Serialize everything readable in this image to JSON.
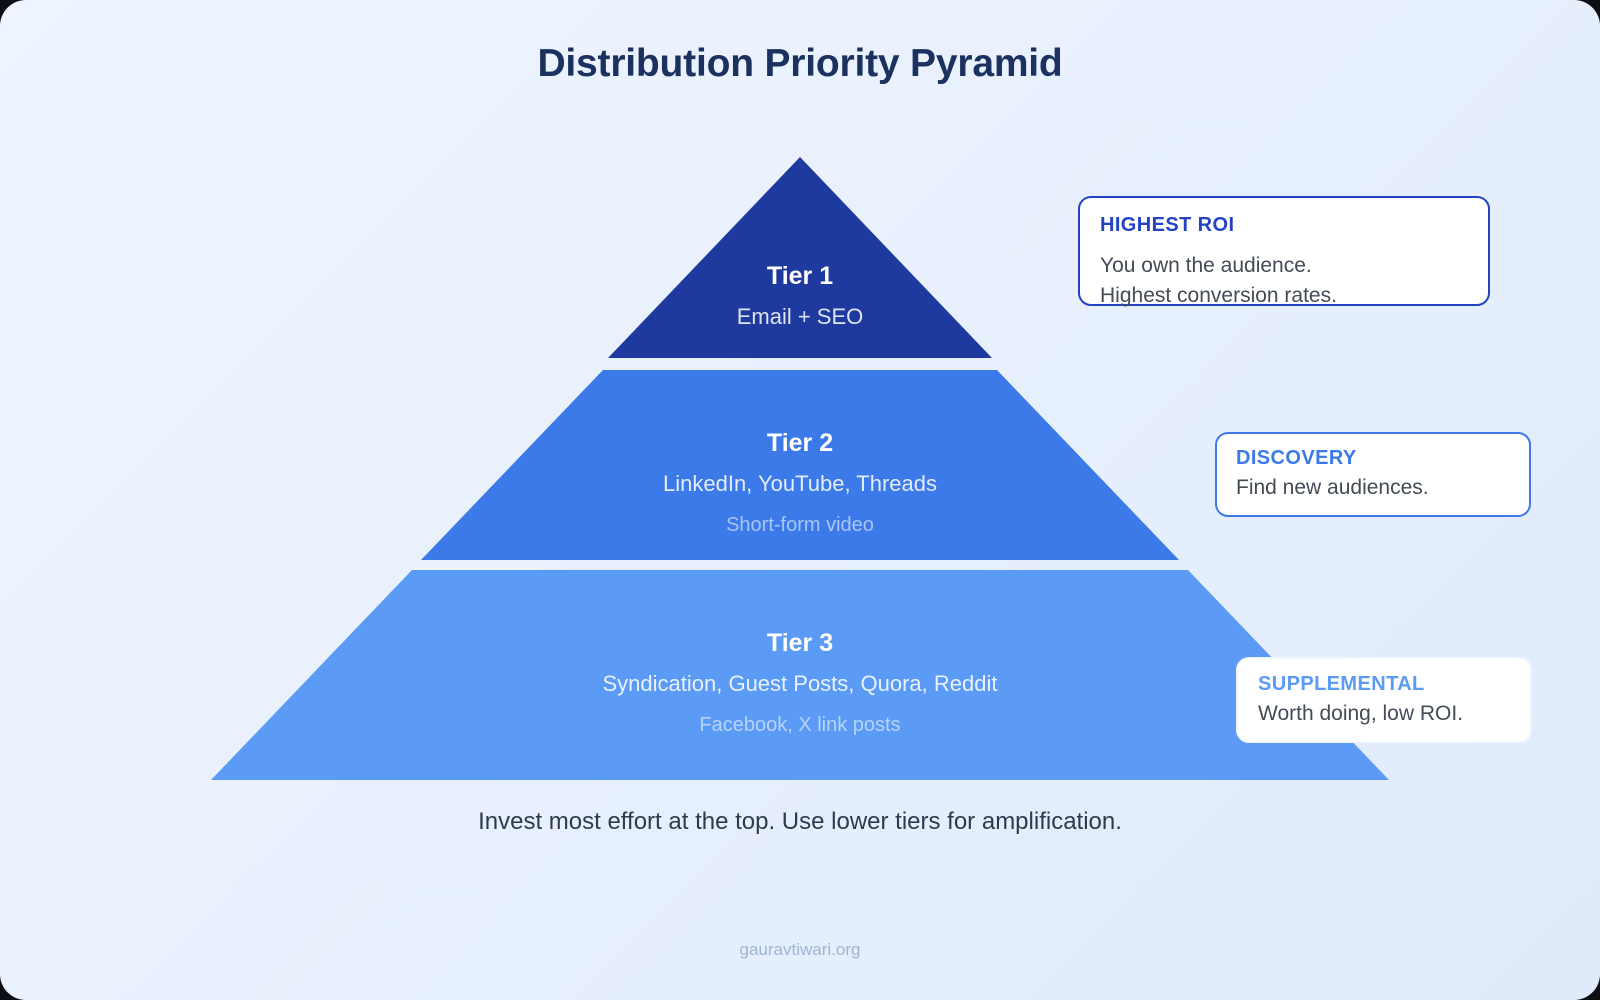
{
  "title": "Distribution Priority Pyramid",
  "caption": "Invest most effort at the top. Use lower tiers for amplification.",
  "footer": "gauravtiwari.org",
  "colors": {
    "tier1": "#1e3a9e",
    "tier2": "#3b7ae8",
    "tier3": "#5b9bf5",
    "title": "#1b3160",
    "background_start": "#eef5fe",
    "background_end": "#dfeafb",
    "callout1_accent": "#2443c4",
    "callout2_accent": "#3b7ae8",
    "callout3_accent": "#5b9bf5"
  },
  "chart_data": {
    "type": "pyramid",
    "title": "Distribution Priority Pyramid",
    "subtitle": "Invest most effort at the top. Use lower tiers for amplification.",
    "orientation": "apex-up",
    "levels": [
      {
        "rank": 1,
        "name": "Tier 1",
        "primary": "Email + SEO",
        "secondary": "",
        "color": "#1e3a9e",
        "callout_label": "HIGHEST ROI",
        "callout_body": "You own the audience.\nHighest conversion rates."
      },
      {
        "rank": 2,
        "name": "Tier 2",
        "primary": "LinkedIn, YouTube, Threads",
        "secondary": "Short-form video",
        "color": "#3b7ae8",
        "callout_label": "DISCOVERY",
        "callout_body": "Find new audiences."
      },
      {
        "rank": 3,
        "name": "Tier 3",
        "primary": "Syndication, Guest Posts, Quora, Reddit",
        "secondary": "Facebook, X link posts",
        "color": "#5b9bf5",
        "callout_label": "SUPPLEMENTAL",
        "callout_body": "Worth doing, low ROI."
      }
    ]
  },
  "tiers": [
    {
      "name": "Tier 1",
      "primary": "Email + SEO",
      "secondary": ""
    },
    {
      "name": "Tier 2",
      "primary": "LinkedIn, YouTube, Threads",
      "secondary": "Short-form video"
    },
    {
      "name": "Tier 3",
      "primary": "Syndication, Guest Posts, Quora, Reddit",
      "secondary": "Facebook, X link posts"
    }
  ],
  "callouts": [
    {
      "label": "HIGHEST ROI",
      "body": "You own the audience.\nHighest conversion rates."
    },
    {
      "label": "DISCOVERY",
      "body": "Find new audiences."
    },
    {
      "label": "SUPPLEMENTAL",
      "body": "Worth doing, low ROI."
    }
  ]
}
